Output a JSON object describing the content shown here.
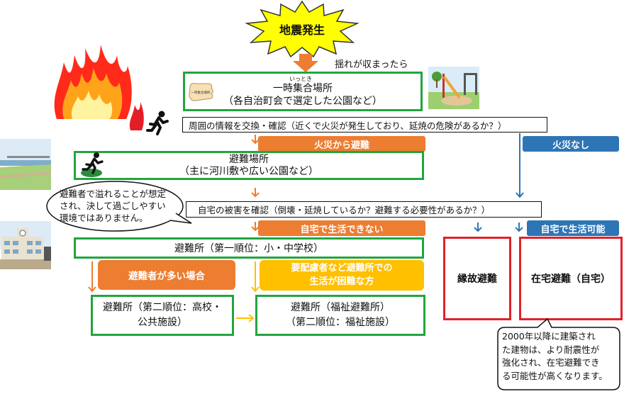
{
  "burst": {
    "label": "地震発生"
  },
  "after_shaking": "揺れが収まったら",
  "temporary_site": {
    "ruby": "いっとき",
    "title": "一時集合場所",
    "subtitle": "（各自治町会で選定した公園など）",
    "sign_text": "一時集合場所"
  },
  "info_exchange": "周囲の情報を交換・確認（近くで火災が発生しており、延焼の危険があるか？）",
  "fire_evacuate": "火災から避難",
  "no_fire": "火災なし",
  "evac_area": {
    "title": "避難場所",
    "subtitle": "（主に河川敷や広い公園など）"
  },
  "bubble_text": [
    "避難者で溢れることが想定",
    "され、決して過ごしやすい",
    "環境ではありません。"
  ],
  "damage_check": "自宅の被害を確認（倒壊・延焼しているか？避難する必要性があるか？）",
  "cannot_live": "自宅で生活できない",
  "can_live": "自宅で生活可能",
  "shelter_first": "避難所（第一順位：小・中学校）",
  "many_evacuees": "避難者が多い場合",
  "care_needed": [
    "要配慮者など避難所での",
    "生活が困難な方"
  ],
  "shelter_second": [
    "避難所（第二順位：高校・",
    "公共施設）"
  ],
  "welfare_shelter": [
    "避難所（福祉避難所）",
    "（第二順位：福祉施設）"
  ],
  "relative_evac": "縁故避難",
  "home_evac": "在宅避難（自宅）",
  "note": [
    "2000年以降に建築され",
    "た建物は、より耐震性が",
    "強化され、在宅避難でき",
    "る可能性が高くなります。"
  ],
  "colors": {
    "green": "#22a53f",
    "orange": "#ed7d31",
    "yellow": "#ffc000",
    "blue": "#2e75b6",
    "red": "#e0222a",
    "burst_yellow": "#ffff00"
  },
  "icons": [
    "fire-icon",
    "running-person-icon",
    "playground-icon",
    "riverbank-icon",
    "school-building-icon",
    "hand-sign-icon"
  ]
}
